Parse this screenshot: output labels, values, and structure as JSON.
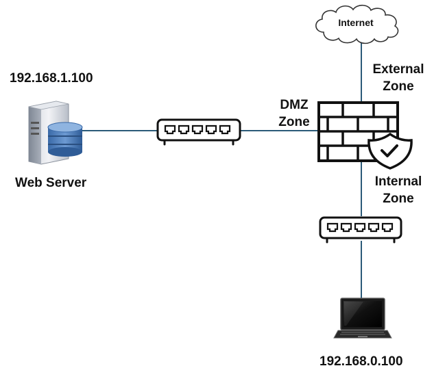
{
  "internet": {
    "label": "Internet"
  },
  "web_server": {
    "ip": "192.168.1.100",
    "name": "Web Server"
  },
  "dmz_zone": {
    "line1": "DMZ",
    "line2": "Zone"
  },
  "external_zone": {
    "line1": "External",
    "line2": "Zone"
  },
  "internal_zone": {
    "line1": "Internal",
    "line2": "Zone"
  },
  "client": {
    "ip": "192.168.0.100"
  },
  "colors": {
    "link": "#2b5a78",
    "ink": "#111111",
    "server_disk": "#4a78b0"
  },
  "icons": {
    "internet": "cloud-icon",
    "web_server": "server-database-icon",
    "dmz_switch": "network-switch-icon",
    "firewall": "firewall-shield-icon",
    "internal_switch": "network-switch-icon",
    "client": "laptop-icon"
  }
}
